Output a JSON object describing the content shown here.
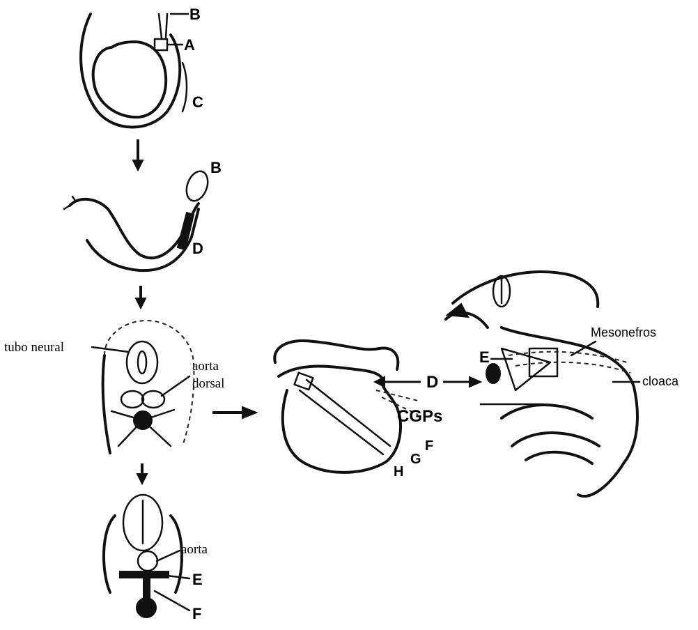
{
  "labels": {
    "B_top": "B",
    "A": "A",
    "C": "C",
    "B_mid": "B",
    "D_mid": "D",
    "tubo_neural": "tubo neural",
    "aorta_dorsal_1": "aorta",
    "aorta_dorsal_2": "dorsal",
    "D_center": "D",
    "CGPs": "CGPs",
    "F_center": "F",
    "G_center": "G",
    "H_center": "H",
    "E_right": "E",
    "Mesonefros": "Mesonefros",
    "cloaca": "cloaca",
    "aorta_bottom": "aorta",
    "E_bottom": "E",
    "F_bottom": "F"
  }
}
